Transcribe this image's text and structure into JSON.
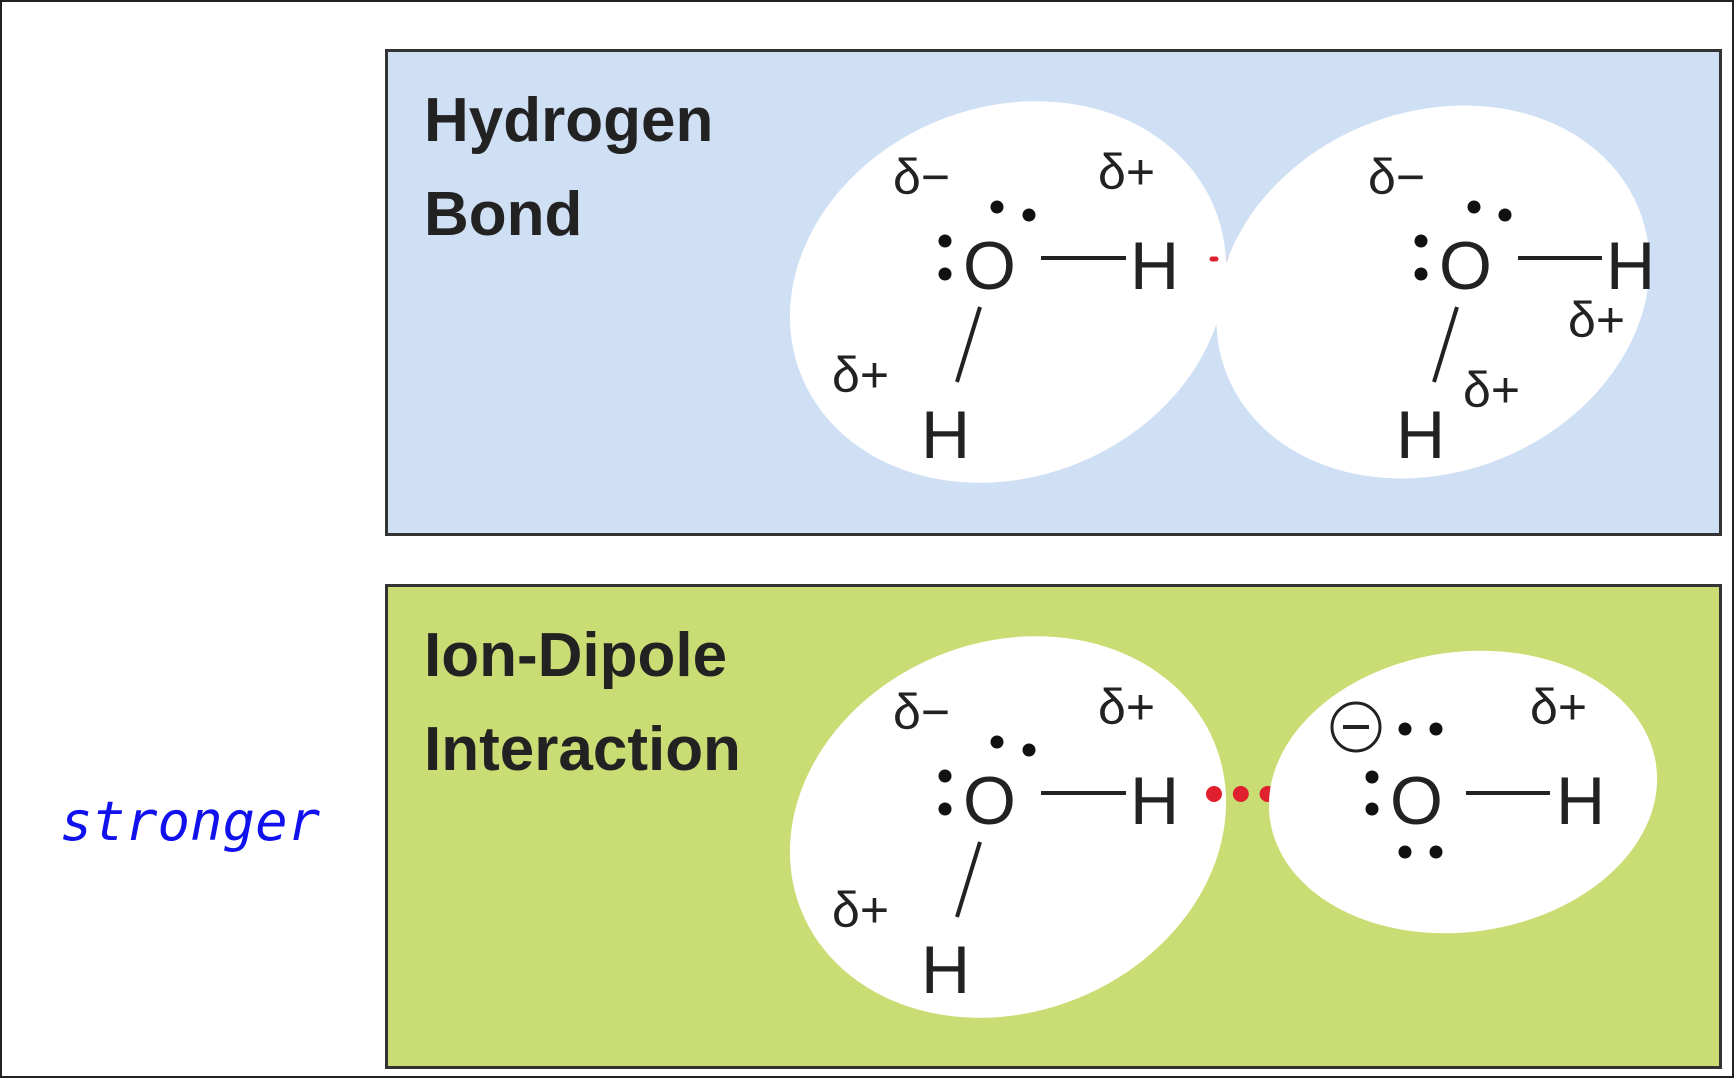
{
  "side_label": "stronger",
  "colors": {
    "hydrogen_panel_bg": "#cfdff4",
    "ion_dipole_panel_bg": "#c9dd74",
    "bond_dots": "#e0202e",
    "side_label": "#1111ee"
  },
  "panels": [
    {
      "title_line1": "Hydrogen",
      "title_line2": "Bond",
      "molecule1": {
        "delta_o": "δ−",
        "o": "O",
        "delta_h_right": "δ+",
        "h_right": "H",
        "delta_h_bottom": "δ+",
        "h_bottom": "H"
      },
      "molecule2": {
        "delta_o": "δ−",
        "o": "O",
        "delta_h_right": "δ+",
        "h_right": "H",
        "delta_h_bottom": "δ+",
        "h_bottom": "H"
      }
    },
    {
      "title_line1": "Ion-Dipole",
      "title_line2": "Interaction",
      "molecule1": {
        "delta_o": "δ−",
        "o": "O",
        "delta_h_right": "δ+",
        "h_right": "H",
        "delta_h_bottom": "δ+",
        "h_bottom": "H"
      },
      "ion": {
        "charge": "⊖",
        "o": "O",
        "delta_h": "δ+",
        "h": "H"
      }
    }
  ]
}
